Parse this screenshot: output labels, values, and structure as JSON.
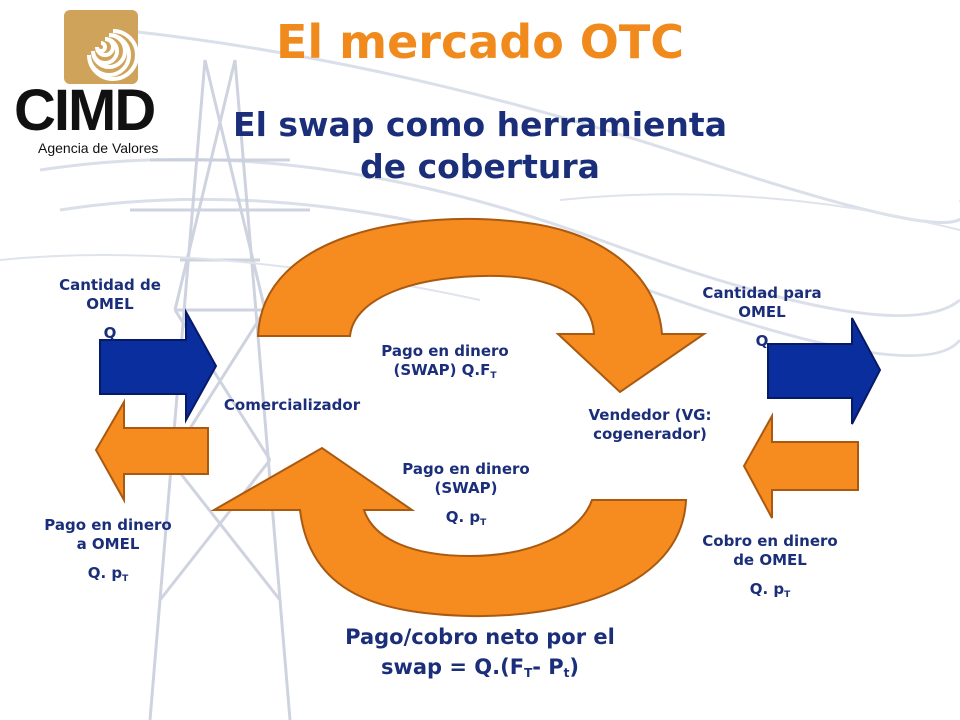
{
  "logo": {
    "name": "CIMD",
    "tagline": "Agencia de Valores"
  },
  "title": "El mercado OTC",
  "subtitle": {
    "line1": "El swap como herramienta",
    "line2": "de cobertura"
  },
  "left_top": {
    "line1": "Cantidad de",
    "line2": "OMEL",
    "qty": "Q"
  },
  "right_top": {
    "line1": "Cantidad para",
    "line2": "OMEL",
    "qty": "Q"
  },
  "left_party": "Comercializador",
  "right_party": {
    "line1": "Vendedor (VG:",
    "line2": "cogenerador)"
  },
  "upper_payment": {
    "line1": "Pago en dinero",
    "line2_pre": "(SWAP) Q.F",
    "line2_sub": "T"
  },
  "lower_payment": {
    "line1": "Pago en dinero",
    "line2": "(SWAP)",
    "formula_pre": "Q. p",
    "formula_sub": "T"
  },
  "left_bottom": {
    "line1": "Pago en dinero",
    "line2": "a OMEL",
    "formula_pre": "Q. p",
    "formula_sub": "T"
  },
  "right_bottom": {
    "line1": "Cobro en dinero",
    "line2": "de OMEL",
    "formula_pre": "Q. p",
    "formula_sub": "T"
  },
  "net_settlement": {
    "line1": "Pago/cobro neto por el",
    "line2_pre": "swap = Q.(F",
    "sub1": "T",
    "mid": "- P",
    "sub2": "t",
    "end": ")"
  },
  "colors": {
    "orange": "#f68b1f",
    "blue": "#0b2e9e",
    "navy_text": "#1b2e7a",
    "title_orange": "#f08a1c",
    "gold": "#cfa35a"
  }
}
